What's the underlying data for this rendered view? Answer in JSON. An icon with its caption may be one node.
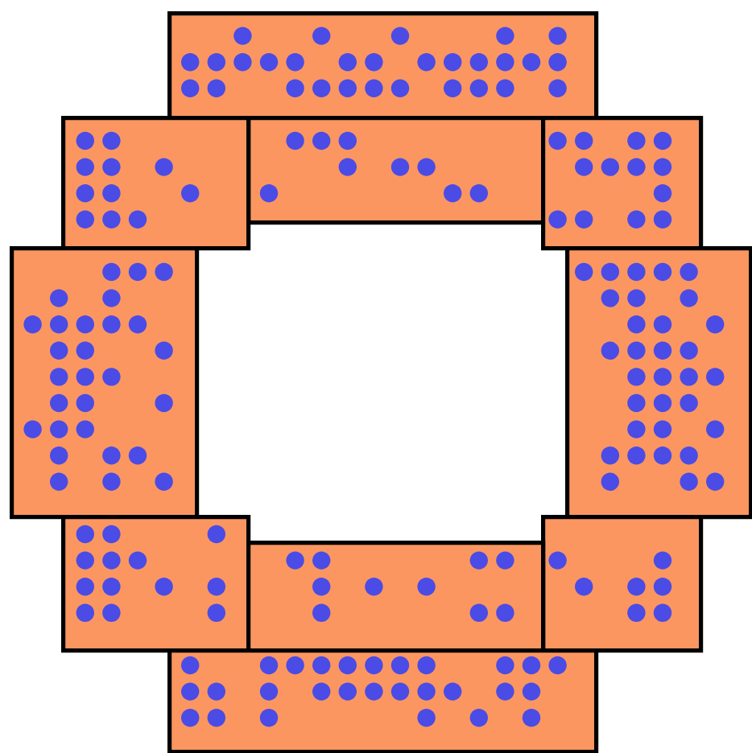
{
  "diagram": {
    "nodes": [
      {
        "text": [],
        "shape": "box"
      },
      {
        "text": [],
        "shape": "box"
      },
      {
        "text": [],
        "shape": "box"
      },
      {
        "text": [],
        "shape": "box"
      },
      {
        "text": [],
        "shape": "box"
      },
      {
        "text": [],
        "shape": "box"
      },
      {
        "text": [],
        "shape": "box"
      },
      {
        "text": [],
        "shape": "box"
      },
      {
        "text": [],
        "shape": "box"
      },
      {
        "text": [],
        "shape": "box"
      }
    ]
  }
}
